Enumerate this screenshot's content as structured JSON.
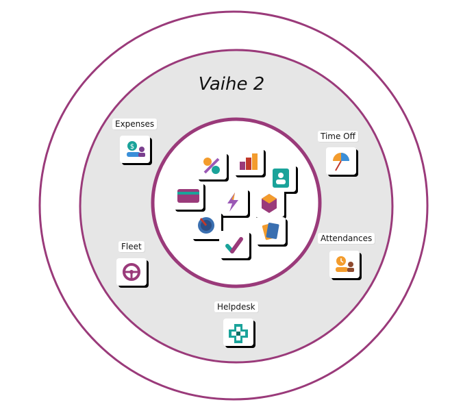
{
  "diagram": {
    "title": "Vaihe 2",
    "modules": [
      {
        "label": "Expenses",
        "icon": "expenses-icon"
      },
      {
        "label": "Time Off",
        "icon": "time-off-icon"
      },
      {
        "label": "Attendances",
        "icon": "attendances-icon"
      },
      {
        "label": "Fleet",
        "icon": "fleet-icon"
      },
      {
        "label": "Helpdesk",
        "icon": "helpdesk-icon"
      }
    ],
    "core_apps": [
      "sales-icon",
      "dashboard-chart-icon",
      "contacts-icon",
      "payments-card-icon",
      "discuss-bolt-icon",
      "inventory-hex-icon",
      "gauge-icon",
      "documents-icon",
      "checkmark-icon"
    ],
    "colors": {
      "ring": "#9a3a7a",
      "ring_fill": "#e6e6e6",
      "teal": "#1aa39a",
      "orange": "#f39c2d",
      "purple": "#7a3f8e"
    }
  }
}
